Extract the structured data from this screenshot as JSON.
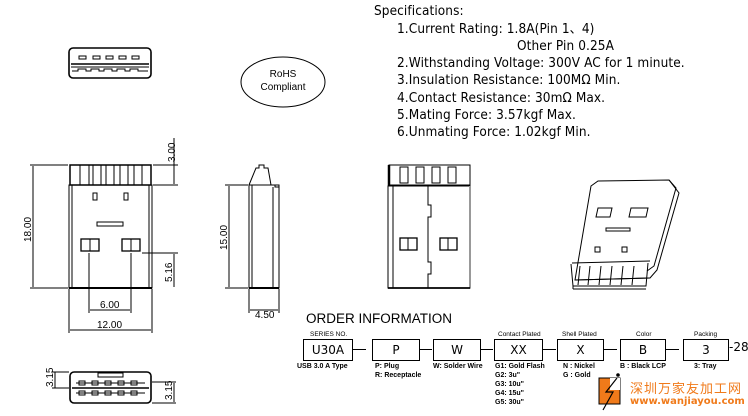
{
  "specifications": {
    "heading": "Specifications:",
    "lines": [
      "1.Current Rating:  1.8A(Pin 1、4)",
      "Other Pin 0.25A",
      "2.Withstanding Voltage: 300V AC for 1 minute.",
      "3.Insulation Resistance: 100MΩ Min.",
      "4.Contact Resistance: 30mΩ Max.",
      "5.Mating Force: 3.57kgf Max.",
      "6.Unmating Force: 1.02kgf Min."
    ]
  },
  "rohs": {
    "line1": "RoHS",
    "line2": "Compliant"
  },
  "dimensions": {
    "tail_height": "3.00",
    "overall_length": "18.00",
    "contact_offset": "5.16",
    "contact_pitch": "6.00",
    "width": "12.00",
    "body_length": "15.00",
    "thickness": "4.50",
    "half_height_left": "3.15",
    "half_height_right": "3.15"
  },
  "order_information": {
    "title": "ORDER INFORMATION",
    "fields": [
      {
        "label": "SERIES NO.",
        "code": "U30A",
        "options": [
          "USB 3.0 A Type"
        ]
      },
      {
        "label": "",
        "code": "P",
        "options": [
          "P: Plug",
          "R: Receptacle"
        ]
      },
      {
        "label": "",
        "code": "W",
        "options": [
          "W: Solder Wire"
        ]
      },
      {
        "label": "Contact Plated",
        "code": "XX",
        "options": [
          "G1: Gold Flash",
          "G2: 3u\"",
          "G3: 10u\"",
          "G4: 15u\"",
          "G5: 30u\""
        ]
      },
      {
        "label": "Shell Plated",
        "code": "X",
        "options": [
          "N : Nickel",
          "G : Gold"
        ]
      },
      {
        "label": "Color",
        "code": "B",
        "options": [
          "B : Black LCP"
        ]
      },
      {
        "label": "Packing",
        "code": "3",
        "options": [
          "3: Tray"
        ]
      }
    ],
    "suffix": "-28"
  },
  "watermark": {
    "chinese": "深圳万家友加工网",
    "url": "www.wanjiayou.com",
    "color": "#f07a1a"
  }
}
